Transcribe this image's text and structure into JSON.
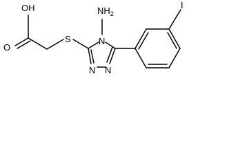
{
  "molecule": {
    "atoms": {
      "carboxyl_oh": "OH",
      "carbonyl_o": "O",
      "thioether_s": "S",
      "amino": "NH",
      "amino_sub": "2",
      "ring_n4": "N",
      "ring_n1": "N",
      "ring_n2": "N",
      "iodine": "I"
    }
  }
}
